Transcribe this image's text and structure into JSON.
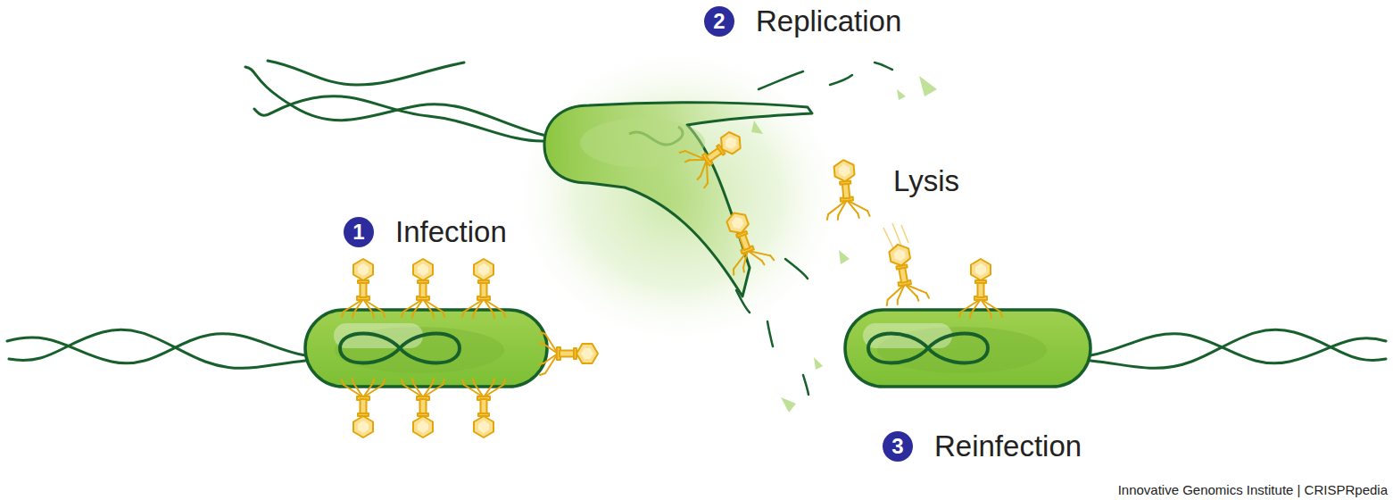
{
  "diagram": {
    "nodes": [
      {
        "text": [
          "1",
          "Infection"
        ]
      },
      {
        "text": [
          "2",
          "Replication"
        ]
      },
      {
        "text": [
          "3",
          "Reinfection"
        ]
      }
    ],
    "labels": [
      "Lysis",
      "Innovative Genomics Institute | CRISPRpedia"
    ]
  }
}
